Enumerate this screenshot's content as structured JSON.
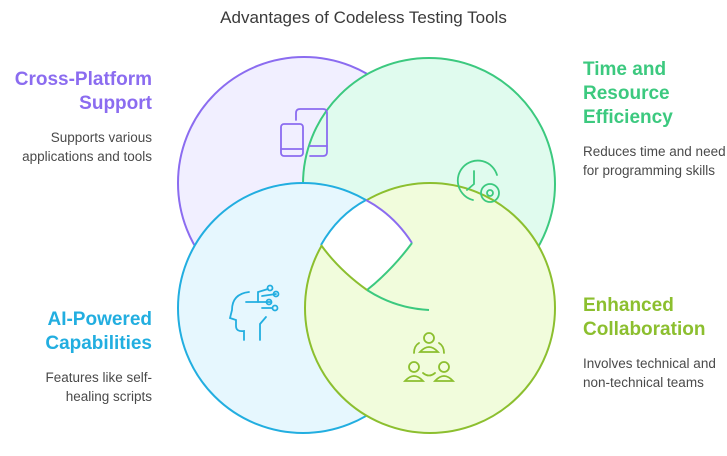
{
  "title": "Advantages of Codeless Testing Tools",
  "items": [
    {
      "heading": "Cross-Platform Support",
      "description": "Supports various applications and tools",
      "icon": "devices-icon",
      "color": "#8b6cf0"
    },
    {
      "heading": "Time and Resource Efficiency",
      "description": "Reduces time and need for programming skills",
      "icon": "clock-gear-icon",
      "color": "#3cc97f"
    },
    {
      "heading": "AI-Powered Capabilities",
      "description": "Features like self-healing scripts",
      "icon": "ai-head-icon",
      "color": "#22aee0"
    },
    {
      "heading": "Enhanced Collaboration",
      "description": "Involves technical and non-technical teams",
      "icon": "team-icon",
      "color": "#8cbf2f"
    }
  ]
}
